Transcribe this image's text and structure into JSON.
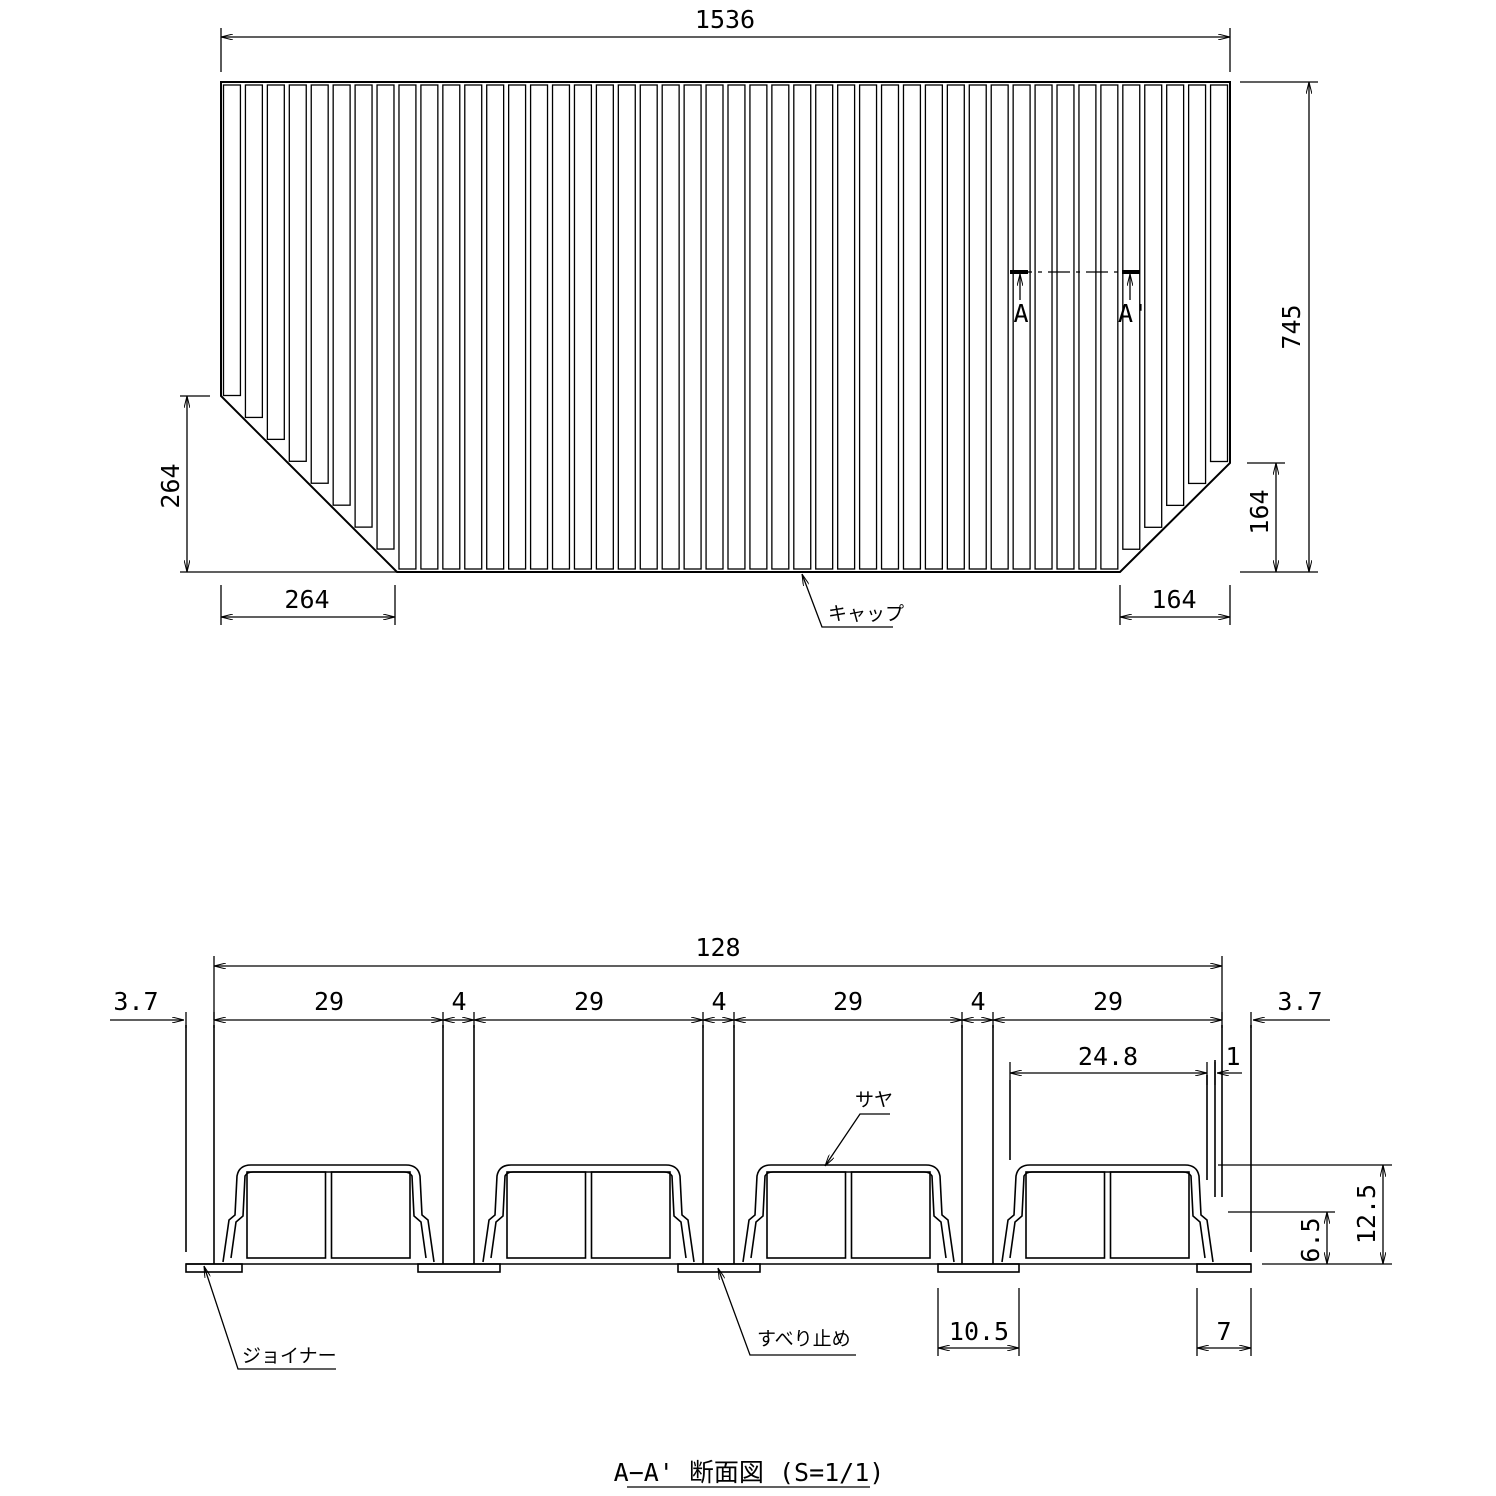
{
  "plan_view": {
    "overall_width": "1536",
    "overall_height": "745",
    "left_chamfer_height": "264",
    "left_chamfer_width": "264",
    "right_chamfer_height": "164",
    "right_chamfer_width": "164",
    "section_mark_left": "A",
    "section_mark_right": "A'",
    "cap_label": "キャップ",
    "panel_count": 46
  },
  "section_view": {
    "overall_width": "128",
    "edge_left": "3.7",
    "edge_right": "3.7",
    "slat_widths": [
      "29",
      "29",
      "29",
      "29"
    ],
    "gaps": [
      "4",
      "4",
      "4"
    ],
    "inner_width": "24.8",
    "wall": "1",
    "total_height": "12.5",
    "foot_height": "6.5",
    "joiner_width": "10.5",
    "end_width": "7",
    "saya_label": "サヤ",
    "joiner_label": "ジョイナー",
    "nonslip_label": "すべり止め",
    "title": "A−A' 断面図 (S=1/1)"
  },
  "colors": {
    "line": "#000000",
    "background": "#ffffff"
  }
}
